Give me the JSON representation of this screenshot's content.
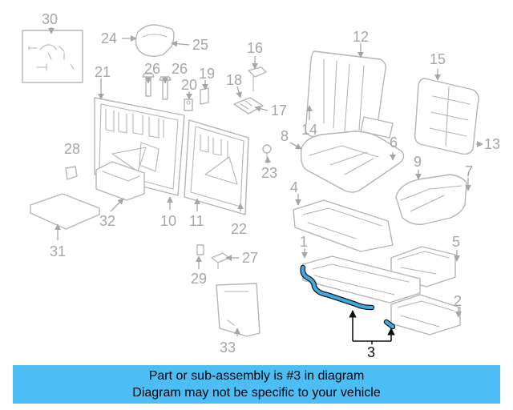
{
  "diagram": {
    "highlighted_part": "3",
    "callouts": [
      "30",
      "24",
      "25",
      "16",
      "12",
      "15",
      "21",
      "26",
      "26",
      "20",
      "19",
      "18",
      "17",
      "14",
      "8",
      "6",
      "13",
      "28",
      "9",
      "7",
      "23",
      "4",
      "32",
      "10",
      "11",
      "22",
      "31",
      "1",
      "5",
      "27",
      "29",
      "2",
      "3",
      "33"
    ]
  },
  "banner": {
    "line1": "Part or sub-assembly is #3 in diagram",
    "line2": "Diagram may not be specific to your vehicle"
  },
  "colors": {
    "banner_bg": "#4cbdf5",
    "highlight": "#3fa9e3",
    "line_art": "#b5b5b5",
    "callout_text": "#a6a6a6"
  }
}
